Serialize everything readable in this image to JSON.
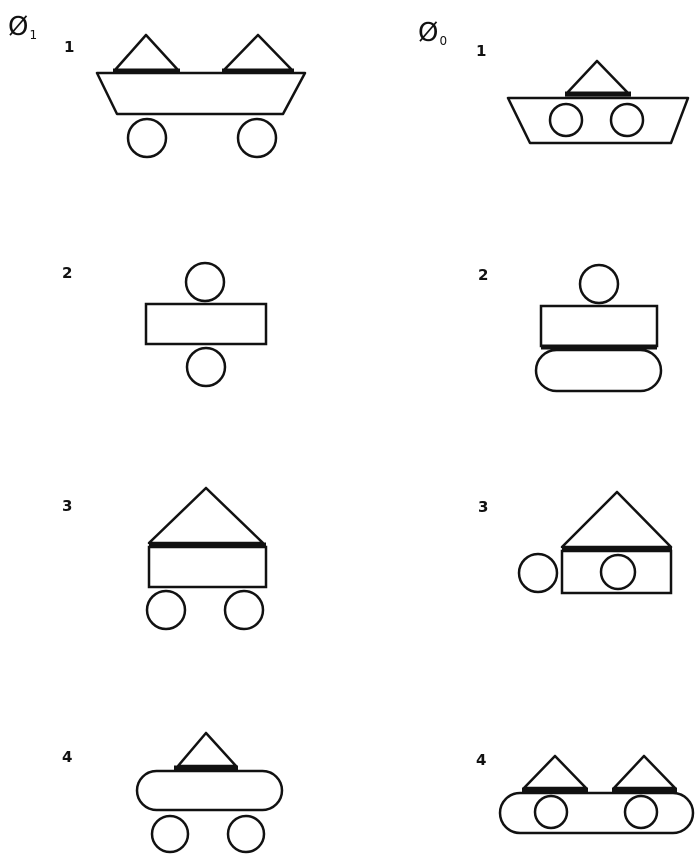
{
  "headers": {
    "left": {
      "symbol": "Ø",
      "subscript": "1"
    },
    "right": {
      "symbol": "Ø",
      "subscript": "0"
    }
  },
  "rows": [
    {
      "number": "1"
    },
    {
      "number": "2"
    },
    {
      "number": "3"
    },
    {
      "number": "4"
    }
  ]
}
